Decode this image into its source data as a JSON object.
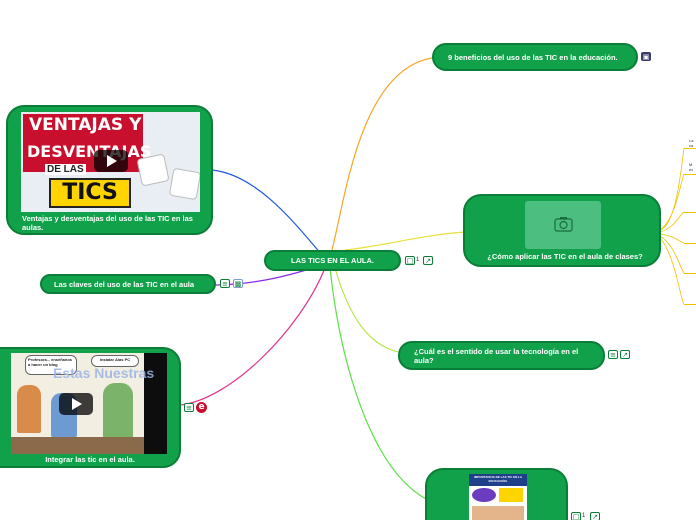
{
  "map": {
    "central": {
      "label": "LAS TICS EN EL AULA.",
      "comment_count": "1"
    },
    "topics": [
      {
        "label": "9 beneficios del uso de las TIC en la educación.",
        "icon": "gift-icon"
      },
      {
        "label": "¿Cómo aplicar las TIC en el aula de clases?",
        "image": "camera-icon"
      },
      {
        "label": "¿Cuál es el sentido de usar la tecnología en el aula?",
        "icons": [
          "notes-icon",
          "link-icon"
        ]
      },
      {
        "label": "Ventajas y desventajas  del uso de las TIC en las aulas.",
        "thumb_title_top": "VENTAJAS Y",
        "thumb_title_mid": "DESVENTAJAS",
        "thumb_title_small": "DE LAS",
        "thumb_title_big": "TICS"
      },
      {
        "label": "Las claves del uso de las TIC en el aula",
        "icons": [
          "notes-icon",
          "image-icon"
        ]
      },
      {
        "label": "Integrar las tic en el aula.",
        "bubble1": "Profesora... enséñanos a hacer un blog",
        "bubble2": "Instalar Alas PC",
        "overlay": "Estas Nuestras",
        "icons": [
          "notes-icon",
          "web-icon"
        ]
      },
      {
        "label": "",
        "thumb_title": "IMPORTANCIA DE LAS TIC EN LA EDUCACIÓN.",
        "comment_count": "1"
      }
    ],
    "right_stubs": [
      "La ca",
      "M ex"
    ]
  },
  "colors": {
    "node": "#10a14a",
    "border": "#0a7e37"
  }
}
